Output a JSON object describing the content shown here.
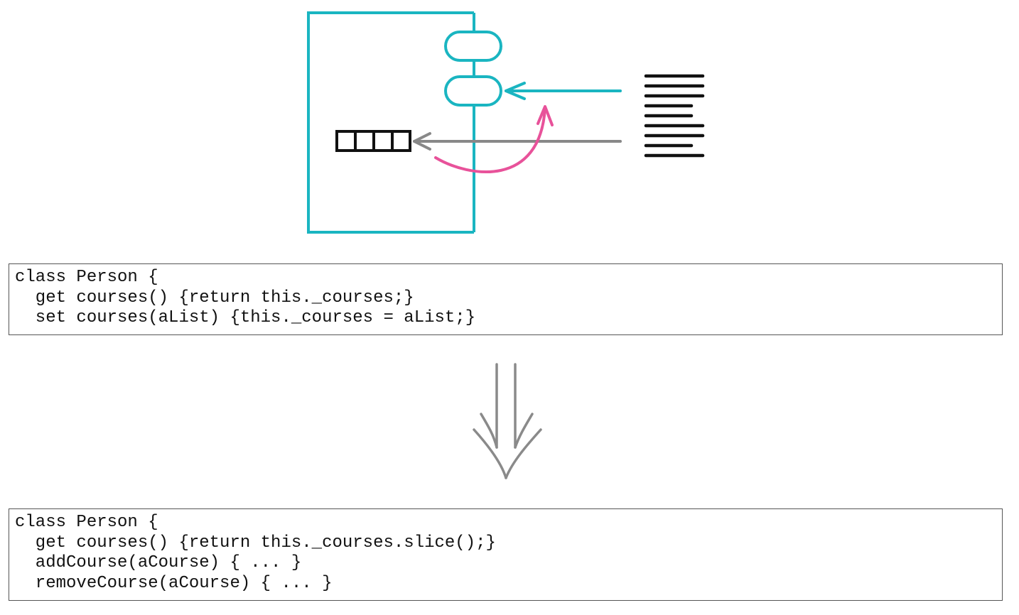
{
  "colors": {
    "object": "#1ab5c1",
    "accessor_arrow": "#1ab5c1",
    "direct_arrow": "#888888",
    "redirect_arrow": "#e8529a",
    "collection": "#111111",
    "document": "#111111",
    "transform_arrow": "#8a8a8a"
  },
  "icons": {
    "object": "encapsulated-object-icon",
    "accessor": "accessor-port-icon",
    "collection": "collection-icon",
    "client": "client-document-icon",
    "transform": "double-down-arrow-icon"
  },
  "code_before": {
    "lines": [
      "class Person {",
      "  get courses() {return this._courses;}",
      "  set courses(aList) {this._courses = aList;}"
    ]
  },
  "code_after": {
    "lines": [
      "class Person {",
      "  get courses() {return this._courses.slice();}",
      "  addCourse(aCourse) { ... }",
      "  removeCourse(aCourse) { ... }"
    ]
  }
}
